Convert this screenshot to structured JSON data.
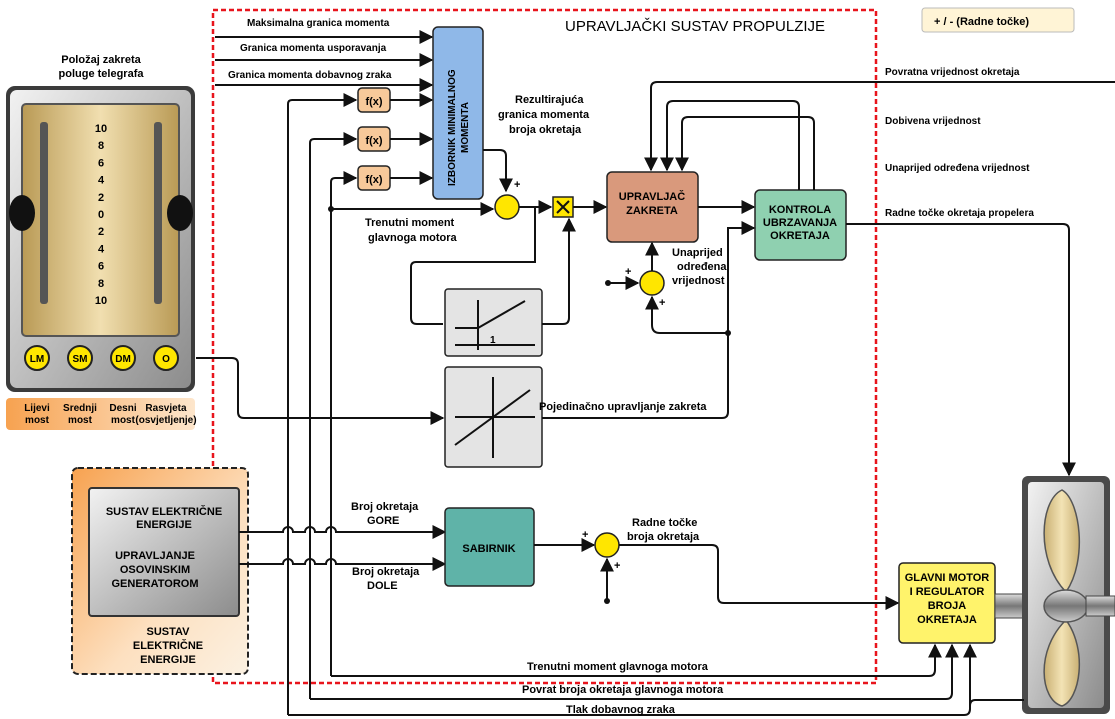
{
  "title": "UPRAVLJAČKI SUSTAV PROPULZIJE",
  "legend_hint": "+ / -  (Radne točke)",
  "telegraph": {
    "caption": [
      "Položaj zakreta",
      "poluge telegrafa"
    ],
    "scale": [
      "10",
      "8",
      "6",
      "4",
      "2",
      "0",
      "2",
      "4",
      "6",
      "8",
      "10"
    ],
    "buttons": [
      "LM",
      "SM",
      "DM",
      "O"
    ],
    "button_labels": [
      [
        "Lijevi",
        "most"
      ],
      [
        "Srednji",
        "most"
      ],
      [
        "Desni",
        "most"
      ],
      [
        "Rasvjeta",
        "(osvjetljenje)"
      ]
    ]
  },
  "inputs": {
    "max_torque": "Maksimalna granica momenta",
    "decel_torque": "Granica momenta usporavanja",
    "scav_air_torque": "Granica momenta dobavnog zraka"
  },
  "fx_label": "f(x)",
  "min_torque_selector": [
    "IZBORNIK MINIMALNOG",
    "MOMENTA"
  ],
  "resultant_limit": [
    "Rezultirajuća",
    "granica momenta",
    "broja okretaja"
  ],
  "current_torque": [
    "Trenutni moment",
    "glavnoga motora"
  ],
  "pitch_controller": [
    "UPRAVLJAČ",
    "ZAKRETA"
  ],
  "accel_control": [
    "KONTROLA",
    "UBRZAVANJA",
    "OKRETAJA"
  ],
  "feedforward": [
    "Unaprijed",
    "određena",
    "vrijednost"
  ],
  "ramp_label": "1",
  "individual_pitch": "Pojedinačno upravljanje zakreta",
  "right_signals": {
    "feedback": "Povratna vrijednost okretaja",
    "obtained": "Dobivena vrijednost",
    "preset": "Unaprijed određena vrijednost",
    "prop_setpoints": "Radne točke okretaja propelera"
  },
  "power_system": {
    "inner_top": [
      "SUSTAV ELEKTRIČNE",
      "ENERGIJE"
    ],
    "inner_bottom": [
      "UPRAVLJANJE",
      "OSOVINSKIM",
      "GENERATOROM"
    ],
    "outer": [
      "SUSTAV",
      "ELEKTRIČNE",
      "ENERGIJE"
    ]
  },
  "rpm_up": [
    "Broj okretaja",
    "GORE"
  ],
  "rpm_down": [
    "Broj okretaja",
    "DOLE"
  ],
  "summer": "SABIRNIK",
  "rpm_setpoints": [
    "Radne točke",
    "broja okretaja"
  ],
  "main_engine": [
    "GLAVNI MOTOR",
    "I REGULATOR",
    "BROJA",
    "OKRETAJA"
  ],
  "bottom_signals": {
    "torque": "Trenutni moment glavnoga motora",
    "rpm_return": "Povrat broja okretaja glavnoga motora",
    "scav_pressure": "Tlak dobavnog zraka"
  },
  "signs": {
    "plus": "+",
    "minus": "-"
  },
  "colors": {
    "dashed_border": "#e8141c",
    "selector_fill": "#8fb8e8",
    "fx_fill": "#f7c99a",
    "pitch_fill": "#d9997c",
    "accel_fill": "#8fd0b0",
    "summer_fill": "#5fb3a8",
    "engine_fill": "#fff36b",
    "junction_fill": "#ffe600",
    "panel_gold": "#e2c78b"
  }
}
